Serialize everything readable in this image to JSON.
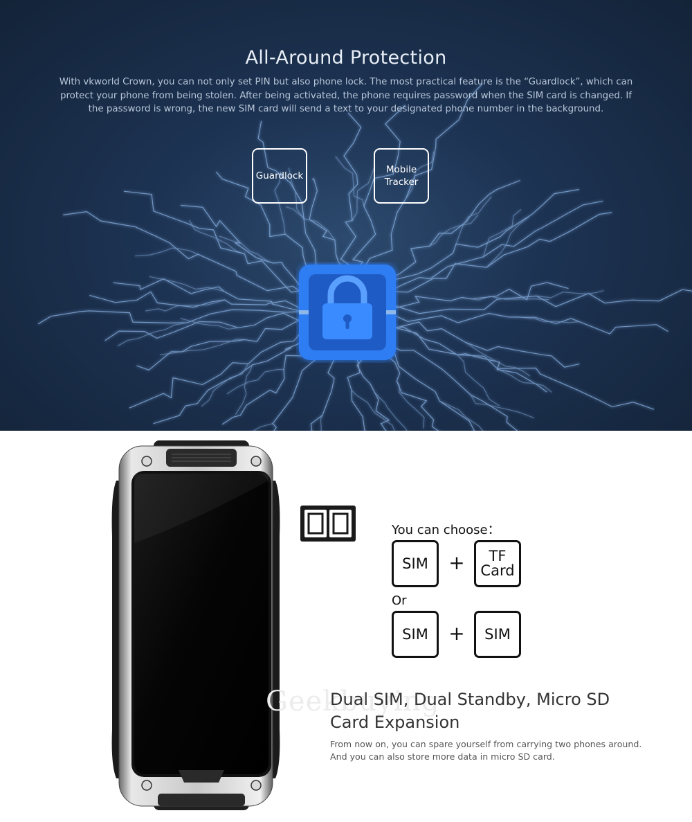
{
  "protection": {
    "title": "All-Around Protection",
    "description": "With vkworld Crown, you can not only set PIN but also phone lock. The most practical feature is the “Guardlock”, which can protect your phone from being stolen. After being activated, the phone requires password when the SIM card is changed. If the password is wrong, the new SIM card will send a text to your designated phone number in the background.",
    "features": [
      {
        "label": "Guardlock"
      },
      {
        "label_line1": "Mobile",
        "label_line2": "Tracker"
      }
    ],
    "lock_icon": "padlock-icon",
    "colors": {
      "background": "#1d3353",
      "lock_blue": "#2f7df2"
    }
  },
  "sim": {
    "choose_label": "You can choose：",
    "or_label": "Or",
    "option1": {
      "left": "SIM",
      "plus": "+",
      "right_line1": "TF",
      "right_line2": "Card"
    },
    "option2": {
      "left": "SIM",
      "plus": "+",
      "right": "SIM"
    },
    "watermark": "Geekbuying"
  },
  "dual": {
    "title": "Dual SIM, Dual Standby, Micro SD Card Expansion",
    "description": "From now on, you can spare yourself from carrying two phones around. And you can also store more data in micro SD card."
  }
}
